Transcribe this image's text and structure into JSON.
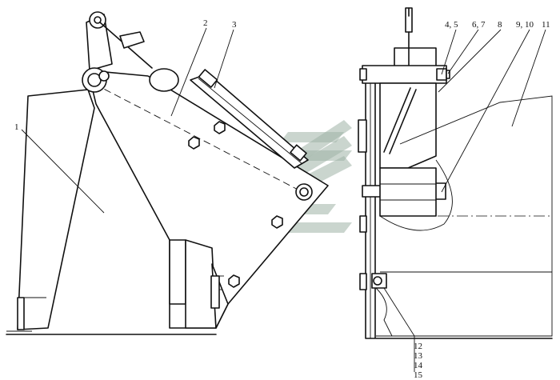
{
  "drawing": {
    "callouts_left": [
      {
        "id": "label-1",
        "text": "1"
      },
      {
        "id": "label-2",
        "text": "2"
      },
      {
        "id": "label-3",
        "text": "3"
      }
    ],
    "callouts_right": [
      {
        "id": "label-4-5",
        "text": "4, 5"
      },
      {
        "id": "label-6-7",
        "text": "6, 7"
      },
      {
        "id": "label-8",
        "text": "8"
      },
      {
        "id": "label-9-10",
        "text": "9, 10"
      },
      {
        "id": "label-11",
        "text": "11"
      }
    ],
    "callouts_bottom": [
      {
        "id": "label-12",
        "text": "12"
      },
      {
        "id": "label-13",
        "text": "13"
      },
      {
        "id": "label-14",
        "text": "14"
      },
      {
        "id": "label-15",
        "text": "15"
      }
    ]
  }
}
